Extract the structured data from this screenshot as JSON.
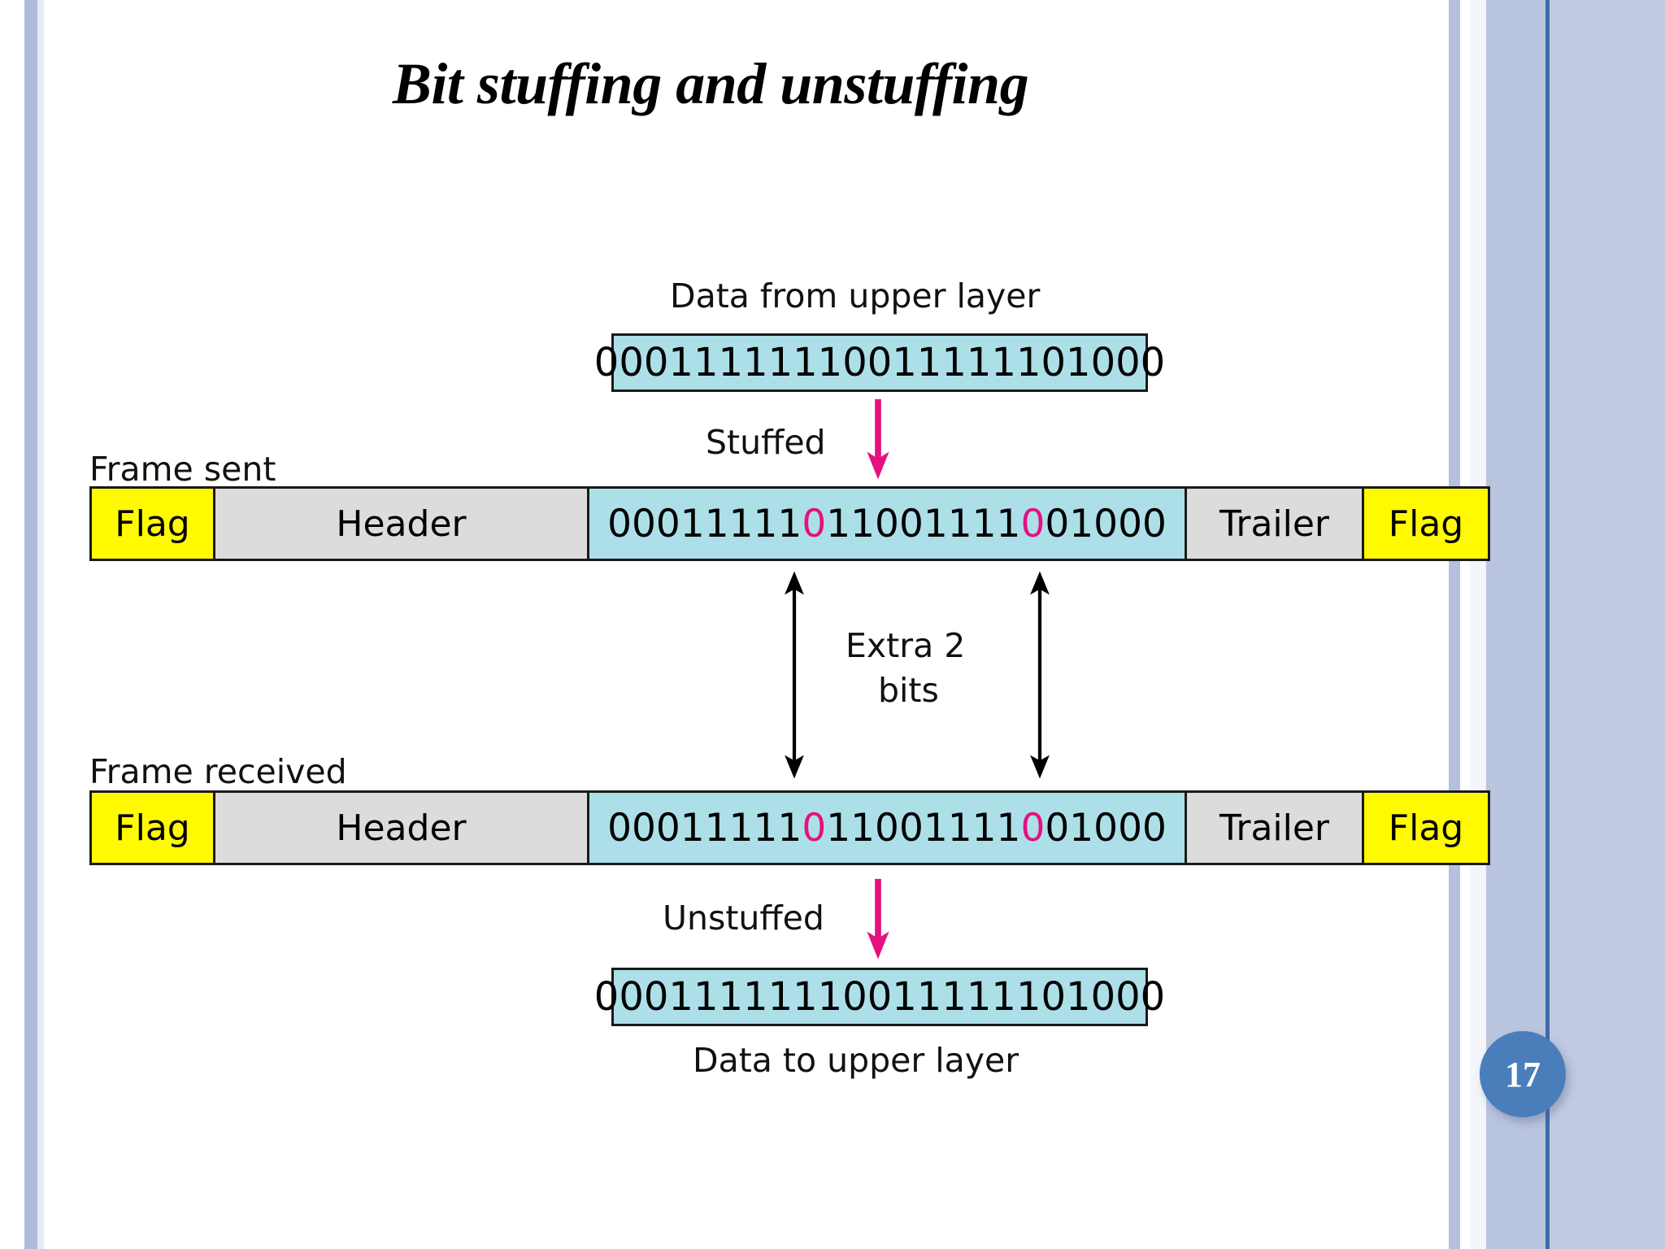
{
  "slide": {
    "title": "Bit stuffing and unstuffing",
    "page_number": "17",
    "accent_color": "#4a7ebb",
    "data_fill_color": "#addfe9",
    "flag_color": "#fffa00",
    "header_color": "#dcdcdc",
    "stuffed_bit_color": "#e4117f"
  },
  "figure": {
    "top_caption": "Data from upper layer",
    "top_data_bits": "00011111110011111101000",
    "stuffed_label": "Stuffed",
    "frame_sent_label": "Frame sent",
    "frame_received_label": "Frame received",
    "extra_bits_label_line1": "Extra 2",
    "extra_bits_label_line2": "bits",
    "unstuffed_label": "Unstuffed",
    "bottom_data_bits": "00011111110011111101000",
    "bottom_caption": "Data to upper layer",
    "frame_cells": {
      "flag_left": "Flag",
      "header": "Header",
      "trailer": "Trailer",
      "flag_right": "Flag"
    },
    "stuffed_segments": {
      "seg1": "00011111",
      "stuff1": "0",
      "seg2": "11001111",
      "stuff2": "0",
      "seg3": "01000"
    }
  }
}
